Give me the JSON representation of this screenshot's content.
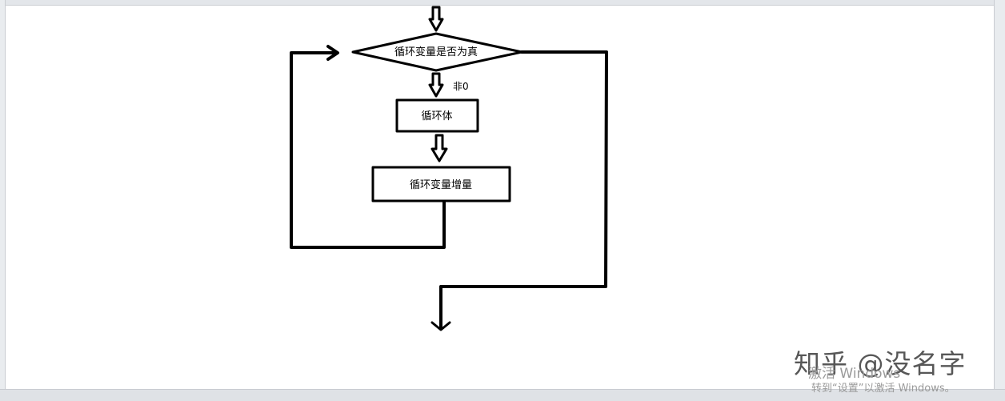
{
  "diagram": {
    "nodes": {
      "condition": "循环变量是否为真",
      "body": "循环体",
      "increment": "循环变量增量"
    },
    "edges": {
      "true_branch": "非0"
    }
  },
  "watermark": "知乎 @没名字",
  "activation": {
    "title": "激活 Windows",
    "hint": "转到“设置”以激活 Windows。"
  }
}
